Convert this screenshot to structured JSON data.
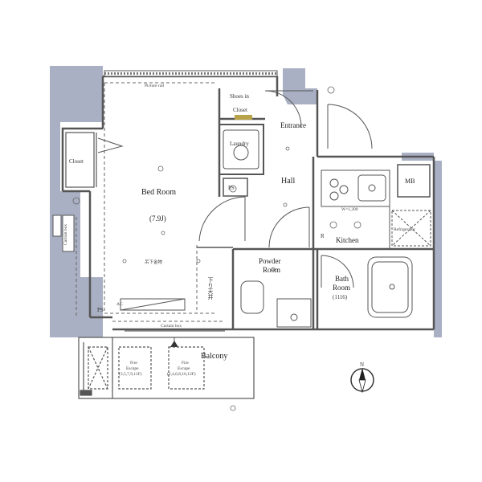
{
  "rooms": {
    "bedroom": "Bed Room",
    "bedroom_size": "(7.9J)",
    "entrance": "Entrance",
    "hall": "Hall",
    "kitchen": "Kitchen",
    "powder": "Powder",
    "powder2": "Room",
    "bath": "Bath",
    "bath2": "Room",
    "bath_size": "(1116)",
    "balcony": "Balcony",
    "mb": "MB"
  },
  "labels": {
    "picture_rail": "Picture rail",
    "shoes_in": "Shoes in",
    "closet_top": "Closet",
    "laundry": "Laundry",
    "ps_hall": "PS",
    "ps_left": "PS",
    "closet_left": "Closet",
    "curtain_box_left": "Curtain box",
    "curtain_box_bottom": "Curtain box",
    "kitchen_width": "W=1,200",
    "refrigerator": "Refrigerator",
    "ceiling_jp": "下り天井",
    "ceiling_bed": "吊下金物",
    "fire_escape_1": "Fire",
    "fire_escape_1b": "Escape",
    "fire_escape_1c": "(3,5,7,9,11F)",
    "fire_escape_2": "Fire",
    "fire_escape_2b": "Escape",
    "fire_escape_2c": "(2,4,6,8,10,12F)",
    "north": "N",
    "r_mark": "R",
    "ac": "AC"
  },
  "colors": {
    "exterior": "#a9b0c3",
    "wall": "#555555",
    "line": "#444444",
    "accent_door": "#b8a24a"
  }
}
